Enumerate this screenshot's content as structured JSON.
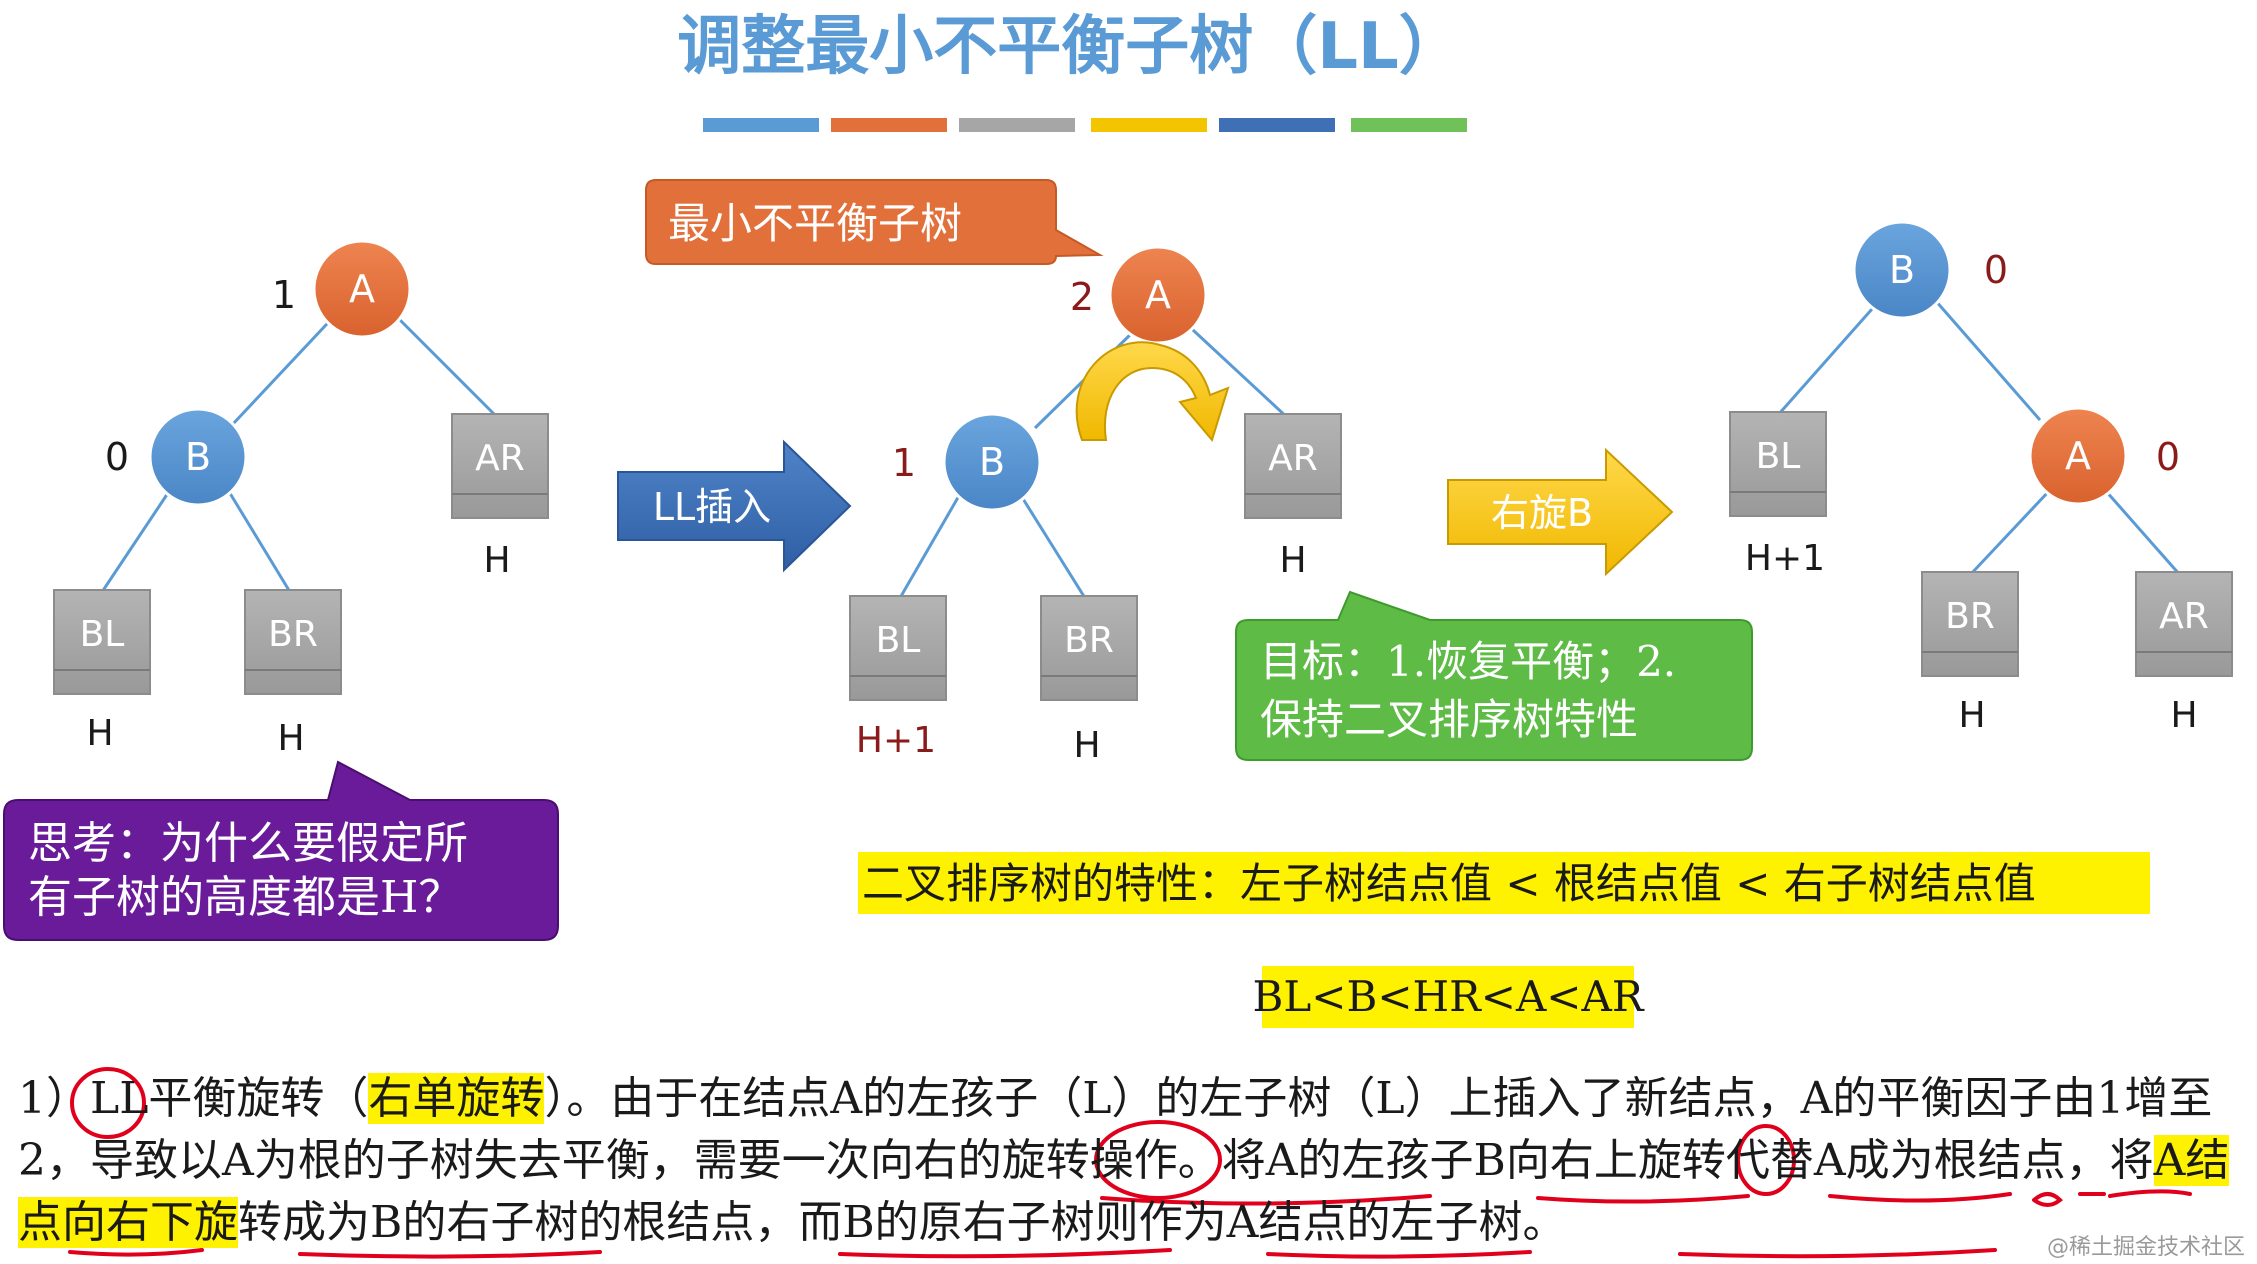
{
  "title": "调整最小不平衡子树（LL）",
  "colors": {
    "title": "#5b9bd5",
    "node_orange": "#e2703a",
    "node_blue": "#5b9bd5",
    "box_gray": "#a6a6a6",
    "arrow_blue": "#3f6fb5",
    "arrow_yellow": "#f2c500",
    "callout_orange": "#e2703a",
    "callout_green": "#5dbb46",
    "callout_purple": "#6a1b9a",
    "highlight": "#fff200",
    "dark_red": "#8b1a1a",
    "underline_red": "#e0001b",
    "title_stripes": [
      "#5b9bd5",
      "#e2703a",
      "#a6a6a6",
      "#f2c500",
      "#3f6fb5",
      "#70c15a"
    ]
  },
  "tree1": {
    "node_a": "A",
    "node_b": "B",
    "bf_a": "1",
    "bf_b": "0",
    "box_bl": "BL",
    "box_br": "BR",
    "box_ar": "AR",
    "h_bl": "H",
    "h_br": "H",
    "h_ar": "H"
  },
  "arrow1_label": "LL插入",
  "callout_min_subtree": "最小不平衡子树",
  "tree2": {
    "node_a": "A",
    "node_b": "B",
    "bf_a": "2",
    "bf_b": "1",
    "box_bl": "BL",
    "box_br": "BR",
    "box_ar": "AR",
    "h_bl": "H+1",
    "h_br": "H",
    "h_ar": "H"
  },
  "arrow2_label": "右旋B",
  "goal_callout": {
    "line1": "目标：1.恢复平衡；2.",
    "line2": "保持二叉排序树特性"
  },
  "tree3": {
    "node_b": "B",
    "node_a": "A",
    "bf_b": "0",
    "bf_a": "0",
    "box_bl": "BL",
    "box_br": "BR",
    "box_ar": "AR",
    "h_bl": "H+1",
    "h_br": "H",
    "h_ar": "H"
  },
  "think_callout": {
    "line1": "思考：为什么要假定所",
    "line2": "有子树的高度都是H？"
  },
  "bst_property": "二叉排序树的特性：左子树结点值 < 根结点值 < 右子树结点值",
  "bst_order": "BL<B<HR<A<AR",
  "paragraph": {
    "p1": "1）LL平衡旋转（",
    "p2": "右单旋转",
    "p3": "）。由于在结点A的左孩子（L）的左子树（L）上插入了新结点，A的平衡因子由1增至2，导致以A为根的子树失去平衡，需要一次向右的旋转操作。将A的左孩子B向右上旋转代替A成为根结点，将",
    "p4": "A结点向右下旋",
    "p5": "转成为B的右子树的根结点，而B的原右子树则作为A结点的左子树。"
  },
  "watermark": "@稀土掘金技术社区"
}
